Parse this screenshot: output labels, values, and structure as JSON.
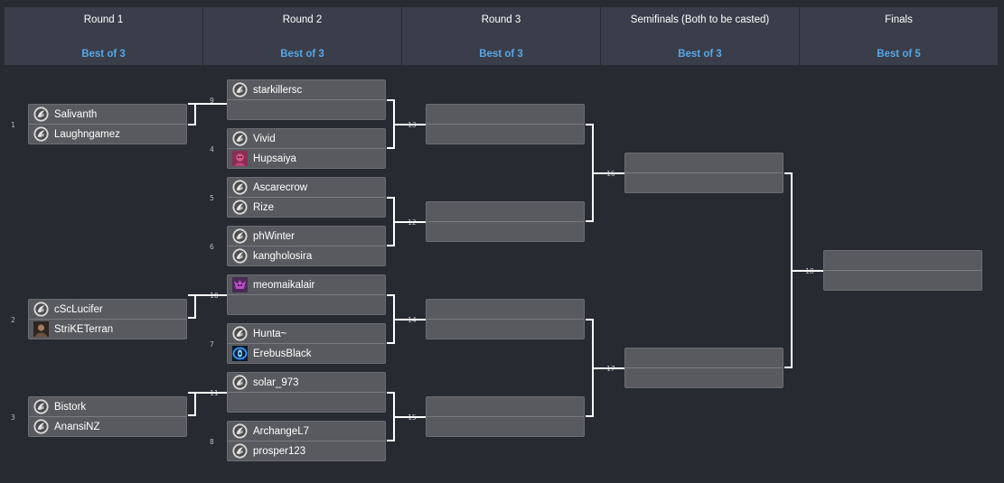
{
  "rounds": [
    {
      "title": "Round 1",
      "best_of": "Best of 3"
    },
    {
      "title": "Round 2",
      "best_of": "Best of 3"
    },
    {
      "title": "Round 3",
      "best_of": "Best of 3"
    },
    {
      "title": "Semifinals (Both to be casted)",
      "best_of": "Best of 3"
    },
    {
      "title": "Finals",
      "best_of": "Best of 5"
    }
  ],
  "matches": {
    "m1": {
      "number": "1",
      "p1": "Salivanth",
      "p2": "Laughngamez",
      "p1_icon": "race-logo-icon",
      "p2_icon": "race-logo-icon"
    },
    "m2": {
      "number": "2",
      "p1": "cScLucifer",
      "p2": "StriKETerran",
      "p1_icon": "race-logo-icon",
      "p2_icon": "player-portrait-icon"
    },
    "m3": {
      "number": "3",
      "p1": "Bistork",
      "p2": "AnansiNZ",
      "p1_icon": "race-logo-icon",
      "p2_icon": "race-logo-icon"
    },
    "m9": {
      "number": "9",
      "p1": "starkillersc",
      "p2": "",
      "p1_icon": "race-logo-icon"
    },
    "m4": {
      "number": "4",
      "p1": "Vivid",
      "p2": "Hupsaiya",
      "p1_icon": "race-logo-icon",
      "p2_icon": "player-portrait-icon"
    },
    "m5": {
      "number": "5",
      "p1": "Ascarecrow",
      "p2": "Rize",
      "p1_icon": "race-logo-icon",
      "p2_icon": "race-logo-icon"
    },
    "m6": {
      "number": "6",
      "p1": "phWinter",
      "p2": "kangholosira",
      "p1_icon": "race-logo-icon",
      "p2_icon": "race-logo-icon"
    },
    "m10": {
      "number": "10",
      "p1": "meomaikalair",
      "p2": "",
      "p1_icon": "player-portrait-icon"
    },
    "m7": {
      "number": "7",
      "p1": "Hunta~",
      "p2": "ErebusBlack",
      "p1_icon": "race-logo-icon",
      "p2_icon": "player-portrait-icon"
    },
    "m11": {
      "number": "11",
      "p1": "solar_973",
      "p2": "",
      "p1_icon": "race-logo-icon"
    },
    "m8": {
      "number": "8",
      "p1": "ArchangeL7",
      "p2": "prosper123",
      "p1_icon": "race-logo-icon",
      "p2_icon": "race-logo-icon"
    },
    "m13": {
      "number": "13",
      "p1": "",
      "p2": ""
    },
    "m12": {
      "number": "12",
      "p1": "",
      "p2": ""
    },
    "m14": {
      "number": "14",
      "p1": "",
      "p2": ""
    },
    "m15": {
      "number": "15",
      "p1": "",
      "p2": ""
    },
    "m16": {
      "number": "16",
      "p1": "",
      "p2": ""
    },
    "m17": {
      "number": "17",
      "p1": "",
      "p2": ""
    },
    "m18": {
      "number": "18",
      "p1": "",
      "p2": ""
    }
  },
  "colors": {
    "background": "#272a31",
    "header": "#3a3e4a",
    "best_of": "#57a7e6",
    "match_box": "#595a5f",
    "connector": "#ffffff"
  }
}
